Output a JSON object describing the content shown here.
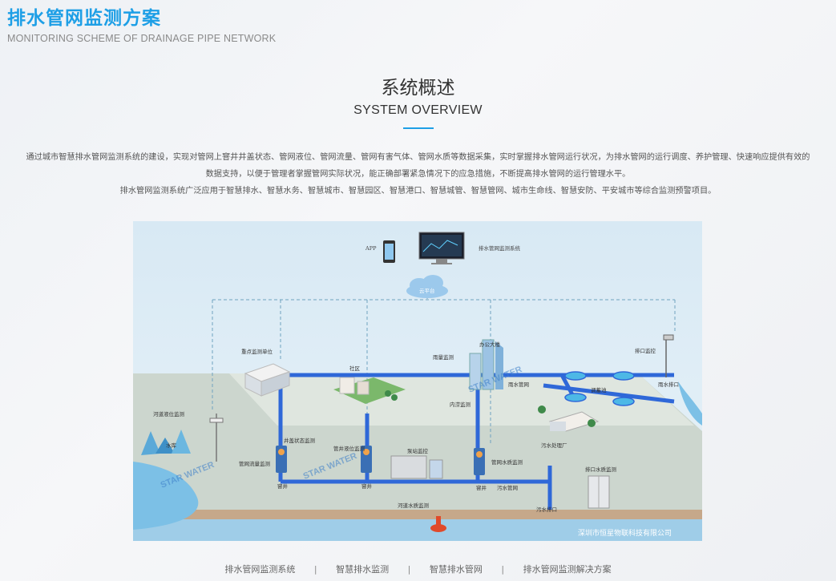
{
  "header": {
    "title": "排水管网监测方案",
    "subtitle": "MONITORING SCHEME OF DRAINAGE PIPE NETWORK"
  },
  "section": {
    "title": "系统概述",
    "subtitle": "SYSTEM OVERVIEW"
  },
  "intro": {
    "line1": "通过城市智慧排水管网监测系统的建设，实现对管网上窨井井盖状态、管网液位、管网流量、管网有害气体、管网水质等数据采集，实时掌握排水管网运行状况，为排水管网的运行调度、养护管理、快速响应提供有效的",
    "line2": "数据支持，以便于管理者掌握管网实际状况，能正确部署紧急情况下的应急措施，不断提高排水管网的运行管理水平。",
    "line3": "排水管网监测系统广泛应用于智慧排水、智慧水务、智慧城市、智慧园区、智慧港口、智慧城管、智慧管网、城市生命线、智慧安防、平安城市等综合监测预警项目。"
  },
  "diagram": {
    "labels": {
      "app": "APP",
      "system": "排水管网监测系统",
      "cloud": "云平台",
      "key_unit": "重点监测单位",
      "community": "社区",
      "rain_monitor": "雨量监测",
      "office": "办公大楼",
      "outlet_monitor": "排口监控",
      "rain_pipe": "雨水管网",
      "storage_pool": "调蓄池",
      "rain_outlet": "雨水排口",
      "inner_flood": "内涝监测",
      "river_level": "河道液位监测",
      "reservoir": "水库",
      "cover_monitor": "井盖状态监测",
      "pipe_level": "管井液位监测",
      "pump_monitor": "泵站监控",
      "sewage_plant": "污水处理厂",
      "pipe_flow": "管网流量监测",
      "pipe_quality": "管网水质监测",
      "outlet_quality": "排口水质监测",
      "manhole1": "窨井",
      "manhole2": "窨井",
      "manhole3": "窨井",
      "sewage_pipe": "污水管网",
      "sewage_outlet": "污水排口",
      "river_quality": "河道水质监测",
      "watermark": "STAR WATER",
      "company": "深圳市恒星物联科技有限公司"
    }
  },
  "footer": {
    "links": [
      "排水管网监测系统",
      "智慧排水监测",
      "智慧排水管网",
      "排水管网监测解决方案"
    ]
  },
  "colors": {
    "accent": "#1e9fe6",
    "pipe": "#2f68d8",
    "ground": "#c9d4cc"
  }
}
